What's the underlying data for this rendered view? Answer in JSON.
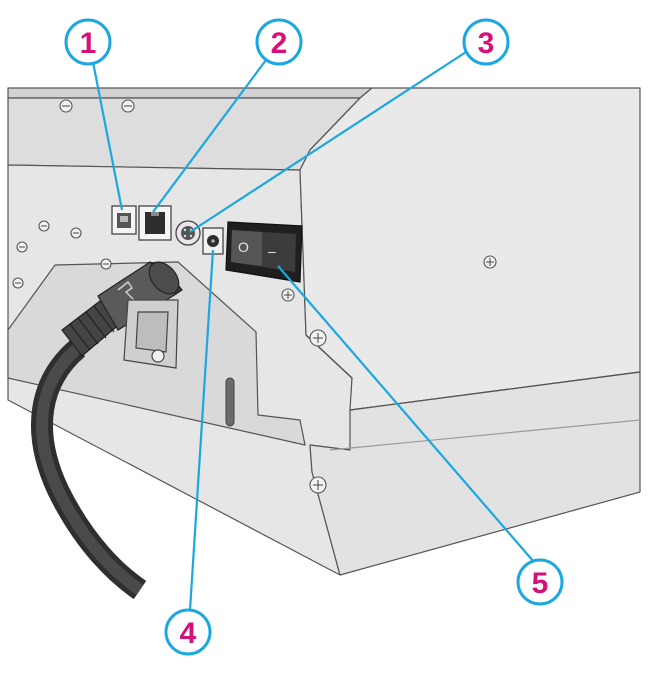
{
  "callouts": [
    {
      "number": "1",
      "target": "usb-port"
    },
    {
      "number": "2",
      "target": "ethernet-port"
    },
    {
      "number": "3",
      "target": "round-connector-port"
    },
    {
      "number": "4",
      "target": "dc-power-jack"
    },
    {
      "number": "5",
      "target": "power-switch"
    }
  ],
  "switch": {
    "off_symbol": "O",
    "on_symbol": "–"
  },
  "colors": {
    "callout_ring": "#1ba7df",
    "callout_number": "#d6107a",
    "leader_line": "#1ba7df",
    "body_light": "#e4e4e4",
    "body_mid": "#cfcfcf",
    "body_dark": "#b9b9b9",
    "outline": "#555555",
    "cable": "#3d3d3d"
  }
}
